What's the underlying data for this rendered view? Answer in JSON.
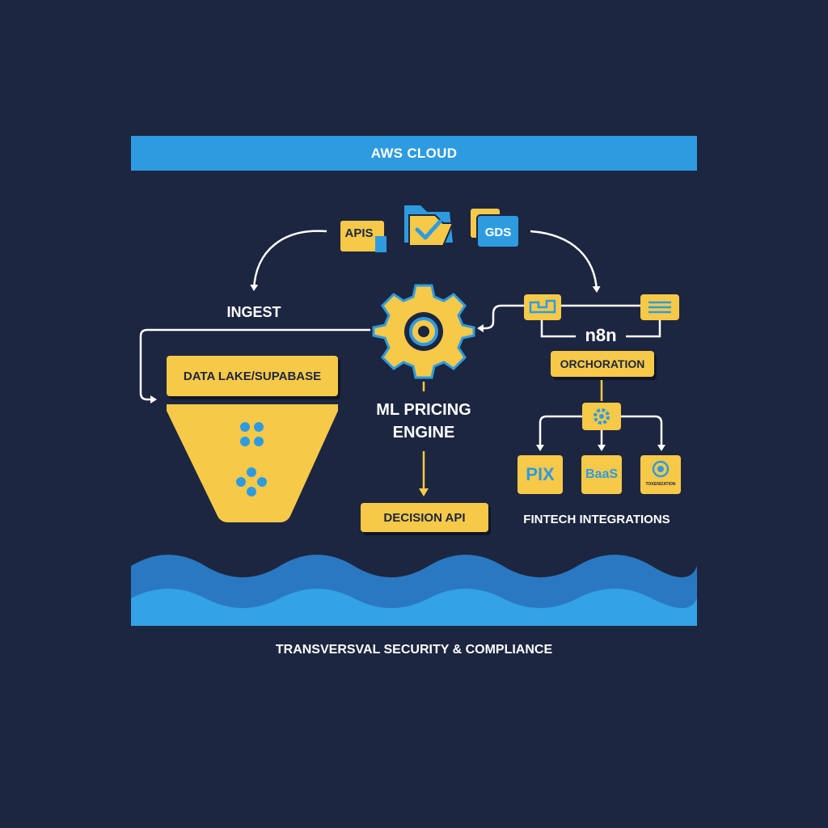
{
  "cloud": {
    "label": "AWS CLOUD"
  },
  "sources": {
    "apis": "APIS",
    "gds": "GDS"
  },
  "ingest": {
    "label": "INGEST"
  },
  "data_lake": {
    "label": "DATA LAKE/SUPABASE"
  },
  "engine": {
    "line1": "ML PRICING",
    "line2": "ENGINE"
  },
  "decision": {
    "label": "DECISION API"
  },
  "n8n": {
    "label": "n8n"
  },
  "orchestration": {
    "label": "ORCHORATION"
  },
  "integrations": {
    "pix": "PIX",
    "baas": "BaaS",
    "tokenization": "TOKENIZATION",
    "label": "FINTECH INTEGRATIONS"
  },
  "security": {
    "label": "TRANSVERSVAL SECURITY & COMPLIANCE"
  },
  "colors": {
    "background": "#1c2640",
    "accent_blue": "#2e9be0",
    "accent_yellow": "#f7c948",
    "arrow": "#ffffff"
  }
}
